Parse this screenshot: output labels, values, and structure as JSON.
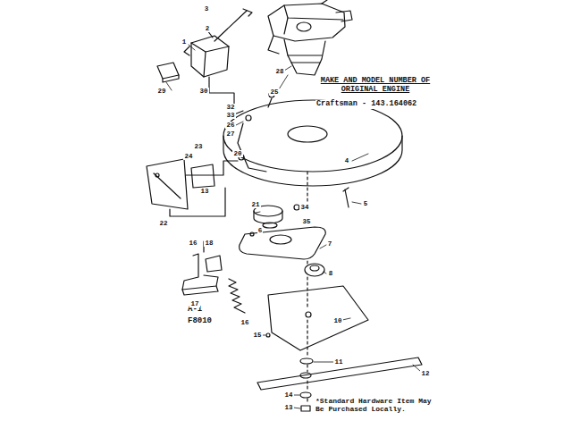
{
  "diagram": {
    "labels": [
      "MAKE AND MODEL NUMBER OF ORIGINAL ENGINE",
      "Craftsman - 143.164062",
      "A-1",
      "F8010",
      "*Standard Hardware Item May Be Purchased Locally.",
      "3",
      "2",
      "1",
      "29",
      "30",
      "28",
      "25",
      "32",
      "33",
      "26",
      "27",
      "20",
      "23",
      "24",
      "13",
      "22",
      "4",
      "5",
      "21",
      "34",
      "35",
      "6",
      "7",
      "16",
      "18",
      "17",
      "16",
      "8",
      "10",
      "15",
      "11",
      "12",
      "14",
      "13"
    ]
  }
}
